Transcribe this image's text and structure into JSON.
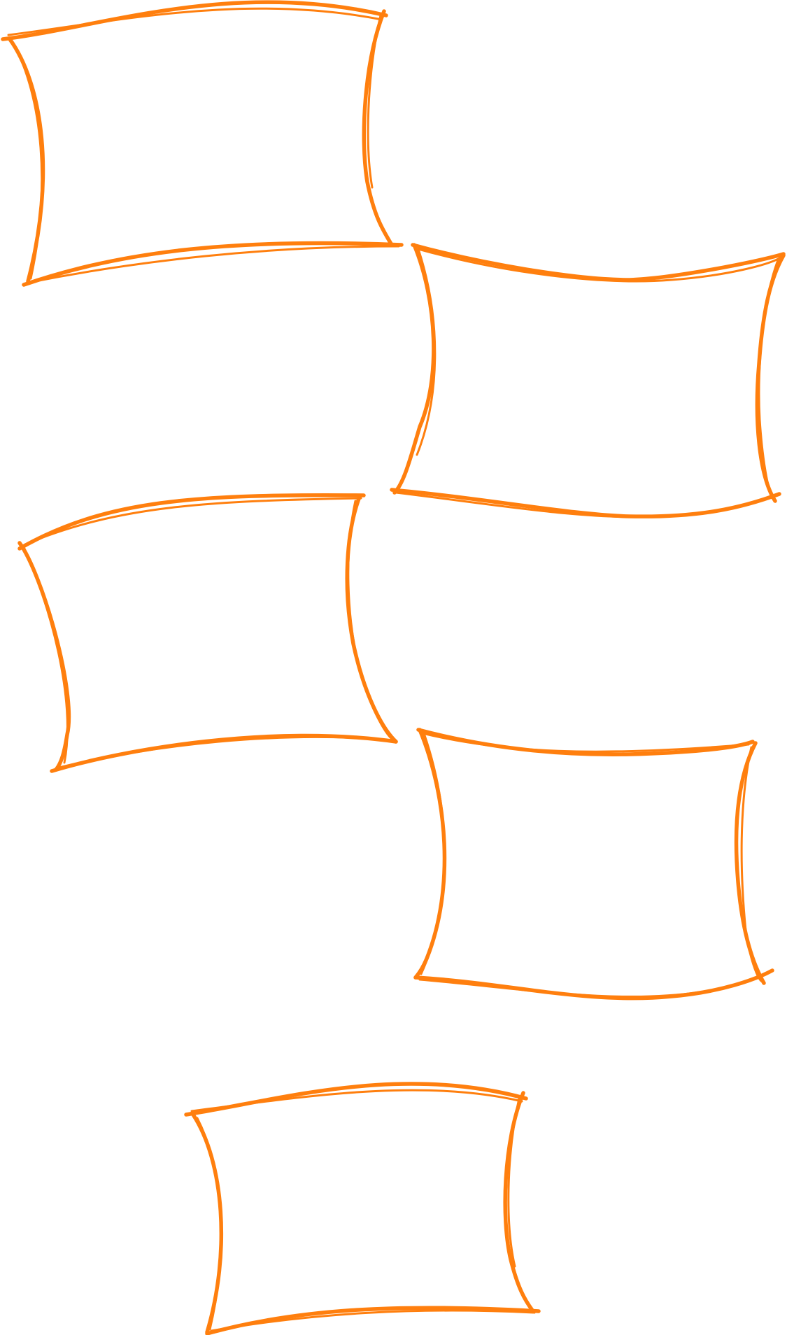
{
  "diagram": {
    "style": "hand-drawn sketch frames",
    "stroke_color": "#FF7F0E",
    "background_color": "#FFFFFF",
    "frames": [
      {
        "name": "frame-1",
        "label": ""
      },
      {
        "name": "frame-2",
        "label": ""
      },
      {
        "name": "frame-3",
        "label": ""
      },
      {
        "name": "frame-4",
        "label": ""
      },
      {
        "name": "frame-5",
        "label": ""
      }
    ]
  }
}
